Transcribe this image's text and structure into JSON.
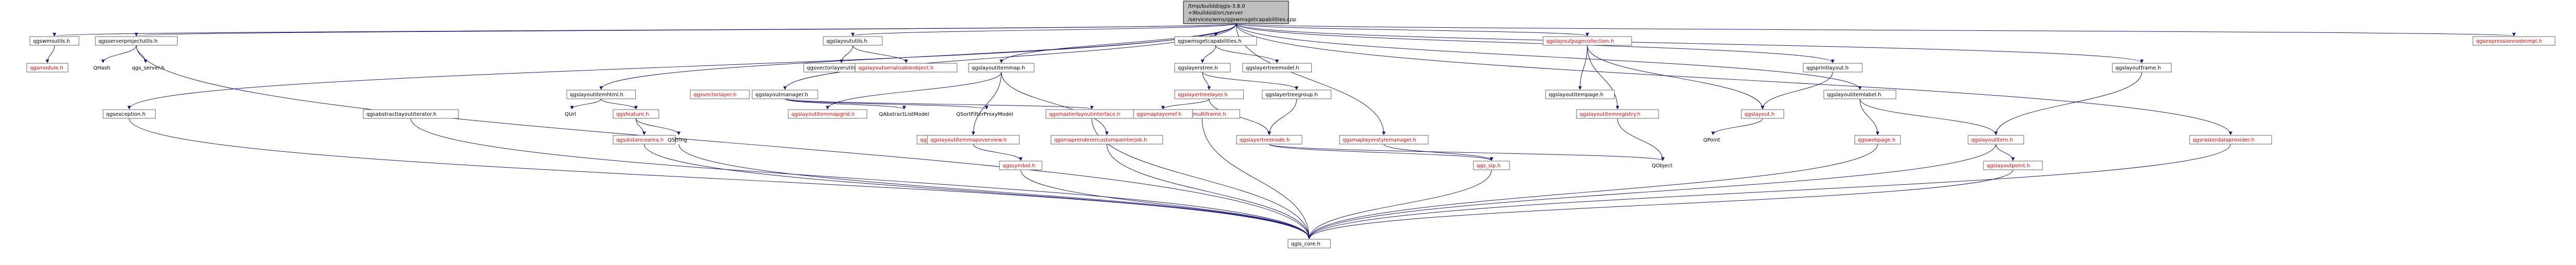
{
  "diagram": {
    "root": {
      "label_lines": [
        "/tmp/buildd/qgis-3.8.0",
        "+9buildsid/src/server",
        "/services/wms/qgswmsgetcapabilities.cpp"
      ]
    },
    "nodes": [
      {
        "id": "wmsutils",
        "label": "qgswmsutils.h",
        "color": "black"
      },
      {
        "id": "module",
        "label": "qgsmodule.h",
        "color": "red"
      },
      {
        "id": "serverprojectutils",
        "label": "qgsserverprojectutils.h",
        "color": "black"
      },
      {
        "id": "qhash",
        "label": "QHash",
        "color": "black",
        "plain": true
      },
      {
        "id": "qgs_server",
        "label": "qgs_server.h",
        "color": "black",
        "plain": true
      },
      {
        "id": "layoututils",
        "label": "qgslayoututils.h",
        "color": "black"
      },
      {
        "id": "vectorlayerutils",
        "label": "qgsvectorlayerutils.h",
        "color": "black"
      },
      {
        "id": "wmsgetcapabilities",
        "label": "qgswmsgetcapabilities.h",
        "color": "black"
      },
      {
        "id": "layerstree",
        "label": "qgslayerstree.h",
        "color": "black"
      },
      {
        "id": "layertreemodel",
        "label": "qgslayertreemodel.h",
        "color": "black"
      },
      {
        "id": "layoutpagecollection",
        "label": "qgslayoutpagecollection.h",
        "color": "red"
      },
      {
        "id": "printlayout",
        "label": "qgsprintlayout.h",
        "color": "black"
      },
      {
        "id": "layoutframe",
        "label": "qgslayoutframe.h",
        "color": "black"
      },
      {
        "id": "expressionnodeimpl",
        "label": "qgsexpressionnodeimpl.h",
        "color": "red"
      },
      {
        "id": "exception",
        "label": "qgsexception.h",
        "color": "black"
      },
      {
        "id": "abstractlayoutiterator",
        "label": "qgsabstractlayoutiterator.h",
        "color": "black"
      },
      {
        "id": "layoutitemhtml",
        "label": "qgslayoutitemhtml.h",
        "color": "black"
      },
      {
        "id": "feature",
        "label": "qgsfeature.h",
        "color": "red"
      },
      {
        "id": "distancearea",
        "label": "qgsdistancearea.h",
        "color": "red"
      },
      {
        "id": "qurl",
        "label": "QUrl",
        "color": "black",
        "plain": true
      },
      {
        "id": "qstring",
        "label": "QString",
        "color": "black",
        "plain": true
      },
      {
        "id": "vectorlayer",
        "label": "qgsvectorlayer.h",
        "color": "red"
      },
      {
        "id": "layoutmanager",
        "label": "qgslayoutmanager.h",
        "color": "black"
      },
      {
        "id": "layoutitemmapgrid",
        "label": "qgslayoutitemmapgrid.h",
        "color": "red"
      },
      {
        "id": "qabstractlistmodel",
        "label": "QAbstractListModel",
        "color": "black",
        "plain": true
      },
      {
        "id": "qsortfilterproxymodel",
        "label": "QSortFilterProxyModel",
        "color": "black",
        "plain": true
      },
      {
        "id": "masterlayoutinterface",
        "label": "qgsmasterlayoutinterface.h",
        "color": "red"
      },
      {
        "id": "vectorlayerfeatures",
        "label": "qgsvectorlayer.h",
        "color": "red"
      },
      {
        "id": "layoutserializableobject",
        "label": "qgslayoutserializableobject.h",
        "color": "red"
      },
      {
        "id": "layoutitemmap",
        "label": "qgslayoutitemmap.h",
        "color": "black"
      },
      {
        "id": "layoutmultiframe",
        "label": "qgslayoutmultiframe.h",
        "color": "red"
      },
      {
        "id": "layoutitemmapoverview",
        "label": "qgslayoutitemmapoverview.h",
        "color": "red"
      },
      {
        "id": "symbol",
        "label": "qgssymbol.h",
        "color": "red"
      },
      {
        "id": "maprenderercustompainterjob",
        "label": "qgsmaprenderercustompainterjob.h",
        "color": "red"
      },
      {
        "id": "layertreelayer",
        "label": "qgslayertreelayer.h",
        "color": "red"
      },
      {
        "id": "maplayerref",
        "label": "qgsmaplayerref.h",
        "color": "red"
      },
      {
        "id": "layertreegroup",
        "label": "qgslayertreegroup.h",
        "color": "black"
      },
      {
        "id": "layertreenode",
        "label": "qgslayertreenode.h",
        "color": "red"
      },
      {
        "id": "maplayerstylemanager",
        "label": "qgsmaplayerstylemanager.h",
        "color": "red"
      },
      {
        "id": "layoutitempage",
        "label": "qgslayoutitempage.h",
        "color": "black"
      },
      {
        "id": "layoutitemregistry",
        "label": "qgslayoutitemregistry.h",
        "color": "red"
      },
      {
        "id": "layoutitemlabel",
        "label": "qgslayoutitemlabel.h",
        "color": "black"
      },
      {
        "id": "layouth",
        "label": "qgslayout.h",
        "color": "red"
      },
      {
        "id": "qpoint",
        "label": "QPoint",
        "color": "black",
        "plain": true
      },
      {
        "id": "qobject",
        "label": "QObject",
        "color": "black",
        "plain": true
      },
      {
        "id": "qgs_gui",
        "label": "qgs_sip.h",
        "color": "red"
      },
      {
        "id": "layoutitem",
        "label": "qgslayoutitem.h",
        "color": "red"
      },
      {
        "id": "webpage",
        "label": "qgswebpage.h",
        "color": "red"
      },
      {
        "id": "rasterdataprovider",
        "label": "qgsrasterdataprovider.h",
        "color": "red"
      },
      {
        "id": "layoutpoint",
        "label": "qgslayoutpoint.h",
        "color": "red"
      },
      {
        "id": "qgs_core",
        "label": "qgis_core.h",
        "color": "black"
      }
    ]
  }
}
